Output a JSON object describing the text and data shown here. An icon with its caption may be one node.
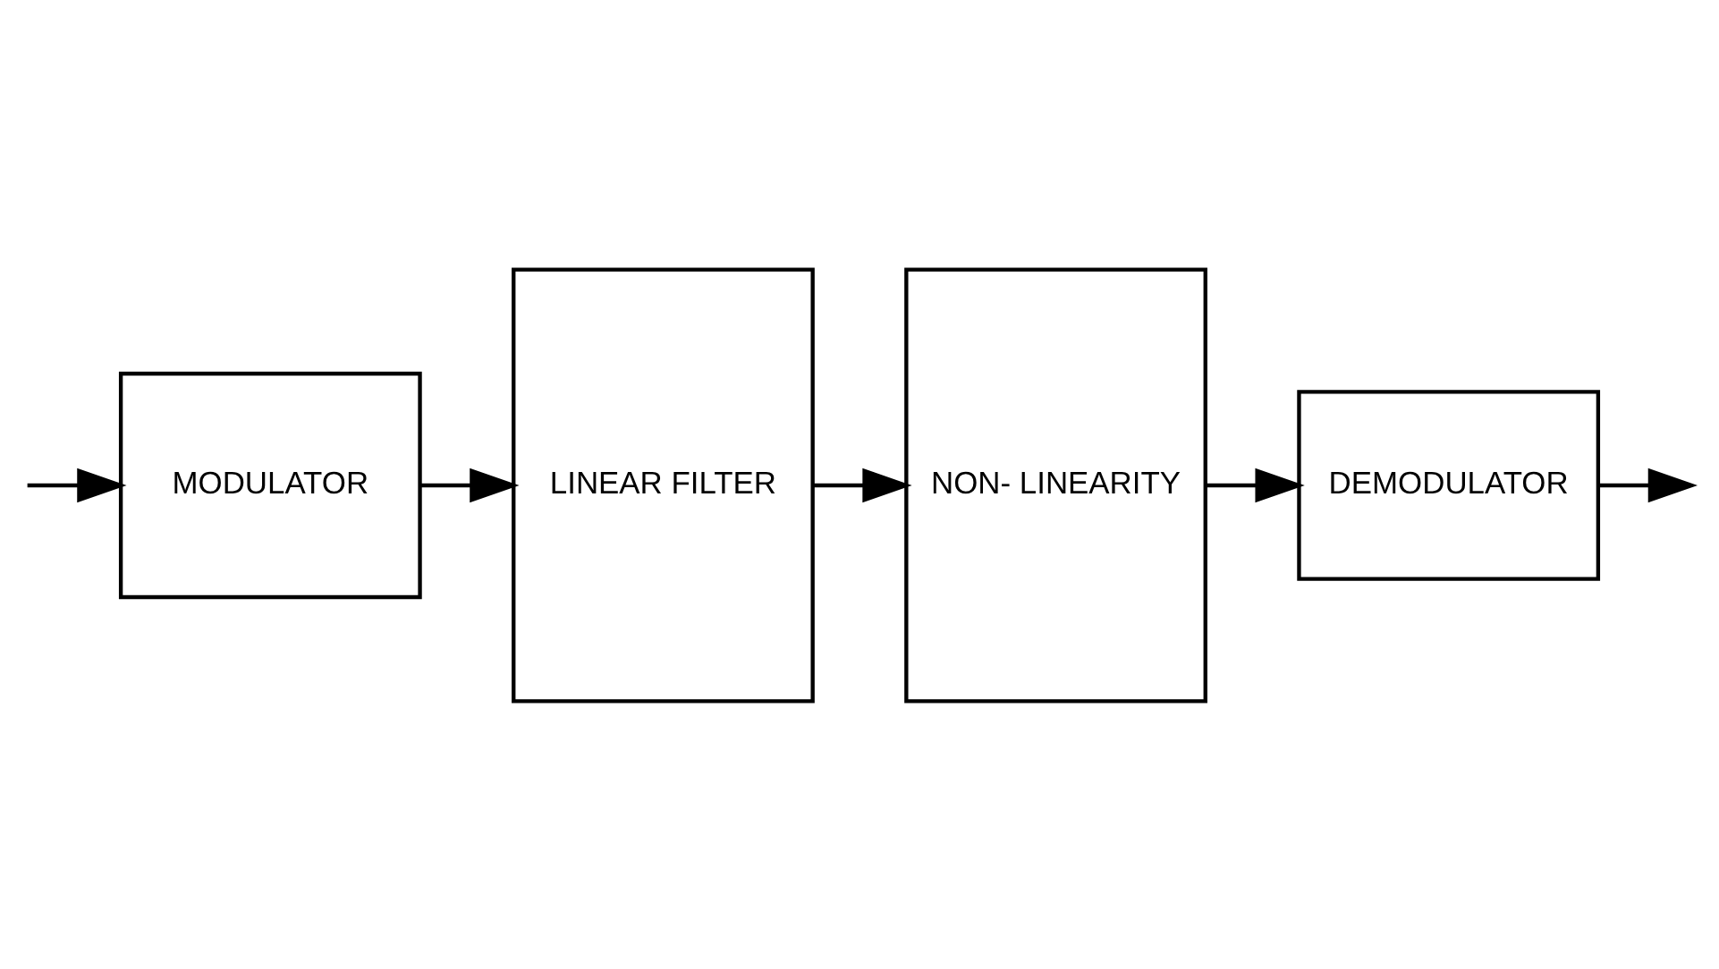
{
  "diagram": {
    "nodes": [
      {
        "text": [
          "MODULATOR"
        ]
      },
      {
        "text": [
          "LINEAR FILTER"
        ]
      },
      {
        "text": [
          "NON- LINEARITY"
        ]
      },
      {
        "text": [
          "DEMODULATOR"
        ]
      }
    ],
    "edges": [
      {
        "from": null,
        "to": 0,
        "arrow": "to"
      },
      {
        "from": 0,
        "to": 1,
        "arrow": "to"
      },
      {
        "from": 1,
        "to": 2,
        "arrow": "to"
      },
      {
        "from": 2,
        "to": 3,
        "arrow": "to"
      },
      {
        "from": 3,
        "to": null,
        "arrow": "to"
      }
    ]
  }
}
